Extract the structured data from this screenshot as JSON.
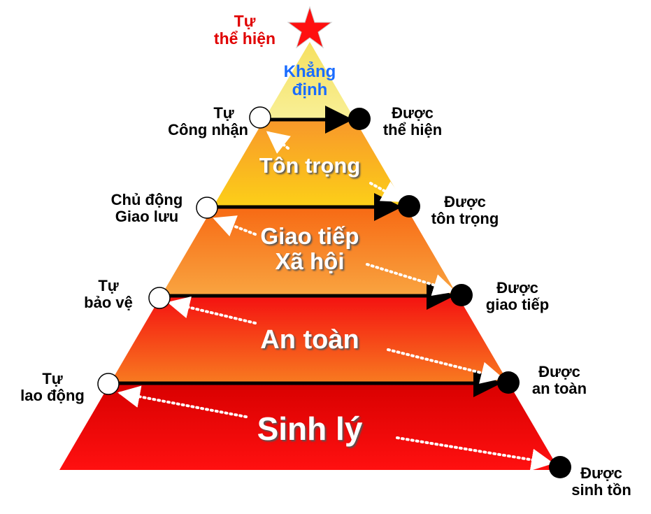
{
  "top": {
    "self_expression_line1": "Tự",
    "self_expression_line2": "thể hiện",
    "affirmation_line1": "Khẳng",
    "affirmation_line2": "định"
  },
  "levels": {
    "esteem": "Tôn trọng",
    "social_line1": "Giao tiếp",
    "social_line2": "Xã hội",
    "safety": "An toàn",
    "physiological": "Sinh lý"
  },
  "left_labels": [
    {
      "line1": "Tự",
      "line2": "Công nhận"
    },
    {
      "line1": "Chủ động",
      "line2": "Giao lưu"
    },
    {
      "line1": "Tự",
      "line2": "bảo vệ"
    },
    {
      "line1": "Tự",
      "line2": "lao động"
    }
  ],
  "right_labels": [
    {
      "line1": "Được",
      "line2": "thể hiện"
    },
    {
      "line1": "Được",
      "line2": "tôn trọng"
    },
    {
      "line1": "Được",
      "line2": "giao tiếp"
    },
    {
      "line1": "Được",
      "line2": "an toàn"
    },
    {
      "line1": "Được",
      "line2": "sinh tồn"
    }
  ],
  "colors": {
    "star": "#ff1010",
    "top_text": "#e00000",
    "affirm_text": "#1a6cff"
  }
}
